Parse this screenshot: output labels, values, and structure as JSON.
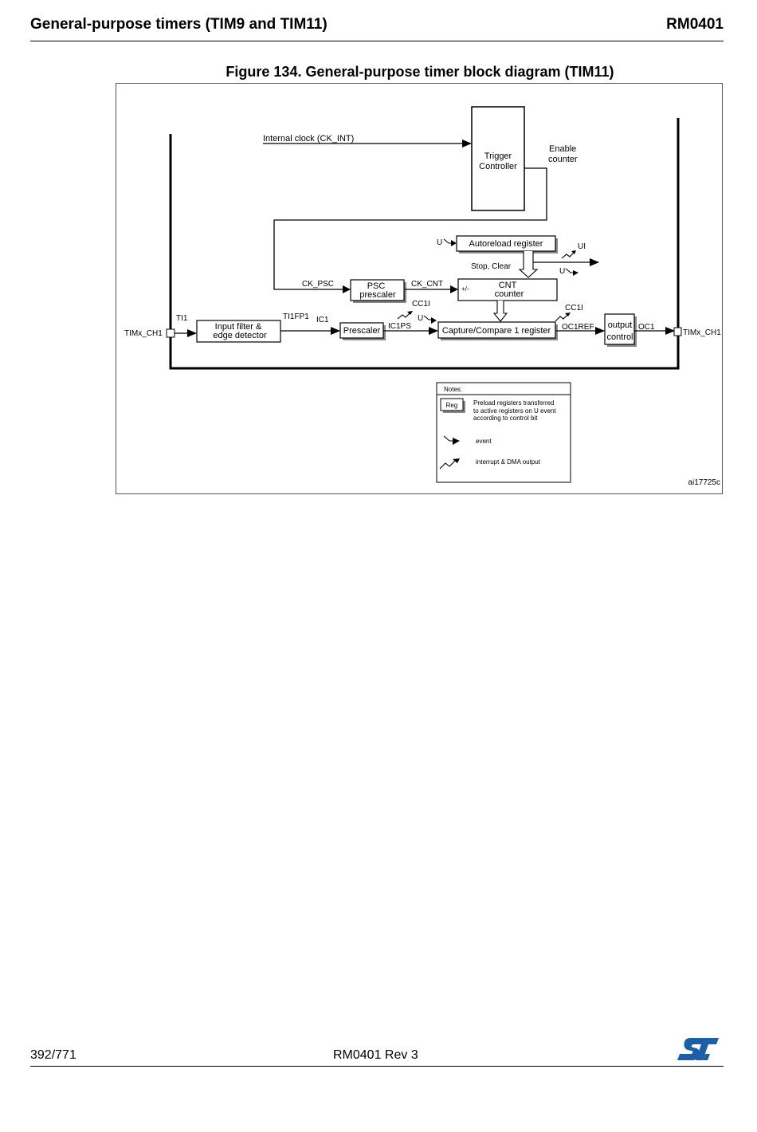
{
  "header": {
    "title": "General-purpose timers (TIM9 and TIM11)",
    "doc_id": "RM0401"
  },
  "figure": {
    "caption": "Figure 134. General-purpose timer block diagram (TIM11)",
    "ref": "ai17725c"
  },
  "blocks": {
    "trigger_line1": "Trigger",
    "trigger_line2": "Controller",
    "autoreload": "Autoreload register",
    "psc_line1": "PSC",
    "psc_line2": "prescaler",
    "cnt_line1": "CNT",
    "cnt_line2": "counter",
    "input_filter_line1": "Input filter &",
    "input_filter_line2": "edge detector",
    "prescaler": "Prescaler",
    "capture_compare": "Capture/Compare 1 register",
    "output_line1": "output",
    "output_line2": "control"
  },
  "signals": {
    "internal_clock": "Internal clock (CK_INT)",
    "enable_line1": "Enable",
    "enable_line2": "counter",
    "u_autoreload": "U",
    "ui": "UI",
    "u_right": "U",
    "stop_clear": "Stop, Clear",
    "ck_psc": "CK_PSC",
    "ck_cnt": "CK_CNT",
    "plus_minus": "+/-",
    "cc1i_left": "CC1I",
    "cc1i_right": "CC1I",
    "u_capture": "U",
    "ti1": "TI1",
    "ti1fp1": "TI1FP1",
    "ic1": "IC1",
    "ic1ps": "IC1PS",
    "oc1ref": "OC1REF",
    "oc1": "OC1",
    "timx_ch1_in": "TIMx_CH1",
    "timx_ch1_out": "TIMx_CH1"
  },
  "notes": {
    "title": "Notes:",
    "reg": "Reg",
    "preload_line1": "Preload registers transferred",
    "preload_line2": "to active registers on U event",
    "preload_line3": "according to control bit",
    "event": "event",
    "interrupt": "interrupt & DMA output"
  },
  "footer": {
    "page": "392/771",
    "revision": "RM0401 Rev 3",
    "logo": "ST"
  }
}
